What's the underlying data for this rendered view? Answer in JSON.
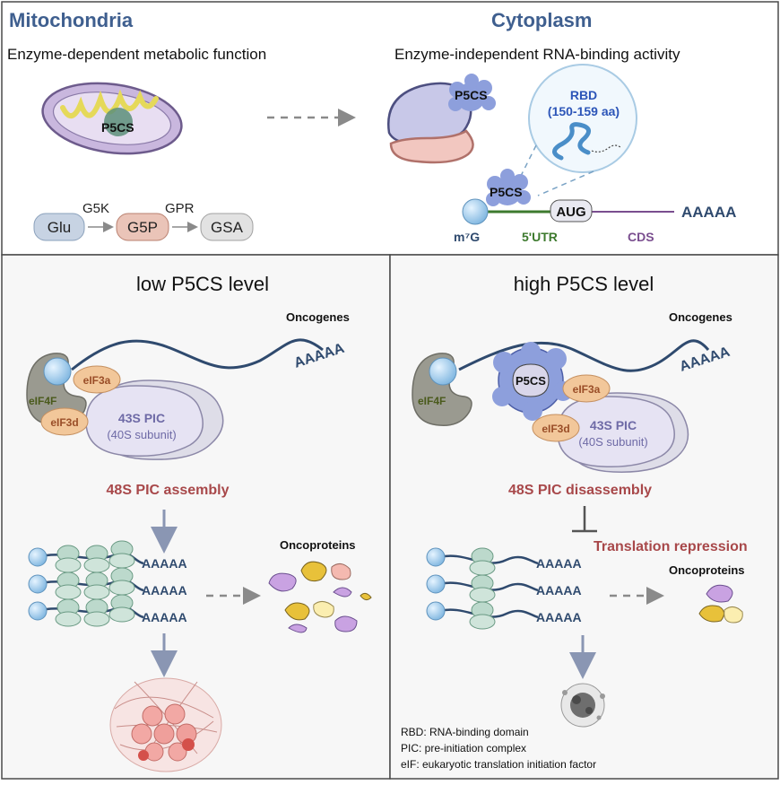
{
  "top": {
    "mito_title": "Mitochondria",
    "mito_subtitle": "Enzyme-dependent metabolic function",
    "cyto_title": "Cytoplasm",
    "cyto_subtitle": "Enzyme-independent RNA-binding activity",
    "p5cs": "P5CS",
    "pathway": {
      "glu": "Glu",
      "g5p": "G5P",
      "gsa": "GSA",
      "g5k": "G5K",
      "gpr": "GPR"
    },
    "rbd_title": "RBD",
    "rbd_range": "(150-159 aa)",
    "mrna": {
      "cap": "m⁷G",
      "utr": "5'UTR",
      "aug": "AUG",
      "cds": "CDS",
      "polya": "AAAAA"
    }
  },
  "low": {
    "title": "low P5CS level",
    "oncogenes": "Oncogenes",
    "polya": "AAAAA",
    "eif4f": "eIF4F",
    "eif3a": "eIF3a",
    "eif3d": "eIF3d",
    "pic": "43S PIC",
    "pic_sub": "(40S subunit)",
    "result": "48S PIC assembly",
    "oncoproteins": "Oncoproteins"
  },
  "high": {
    "title": "high P5CS level",
    "oncogenes": "Oncogenes",
    "polya": "AAAAA",
    "eif4f": "eIF4F",
    "eif3a": "eIF3a",
    "eif3d": "eIF3d",
    "pic": "43S PIC",
    "pic_sub": "(40S subunit)",
    "p5cs": "P5CS",
    "result": "48S PIC disassembly",
    "repression": "Translation repression",
    "oncoproteins": "Oncoproteins"
  },
  "legend": [
    "RBD: RNA-binding domain",
    "PIC: pre-initiation complex",
    "eIF: eukaryotic translation initiation factor"
  ],
  "colors": {
    "title_blue": "#3f5f8f",
    "red_label": "#a8484a",
    "arrow_gray": "#8a96b3",
    "utr_green": "#3d7a2e",
    "cds_purple": "#7a4e8f",
    "mrna_blue": "#2f4a6e"
  }
}
